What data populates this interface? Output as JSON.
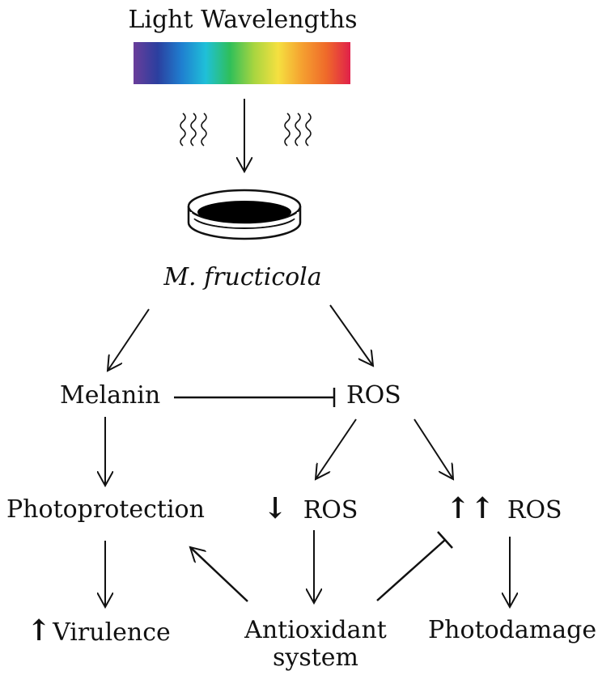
{
  "title": "Light Wavelengths",
  "organism": "M. fructicola",
  "nodes": {
    "melanin": "Melanin",
    "ros": "ROS",
    "photoprotection": "Photoprotection",
    "ros_low": {
      "symbol": "↓",
      "text": "ROS"
    },
    "ros_high": {
      "symbol": "↑↑",
      "text": "ROS"
    },
    "virulence": {
      "symbol": "↑",
      "text": "Virulence"
    },
    "antioxidant": [
      "Antioxidant",
      "system"
    ],
    "photodamage": "Photodamage"
  },
  "spectrum_colors": [
    "#6a3d9a",
    "#2b3f9f",
    "#1f7fd0",
    "#1fc0d8",
    "#2fbf5a",
    "#a8d540",
    "#f5e040",
    "#f5a030",
    "#ef6a2a",
    "#e0204a"
  ]
}
